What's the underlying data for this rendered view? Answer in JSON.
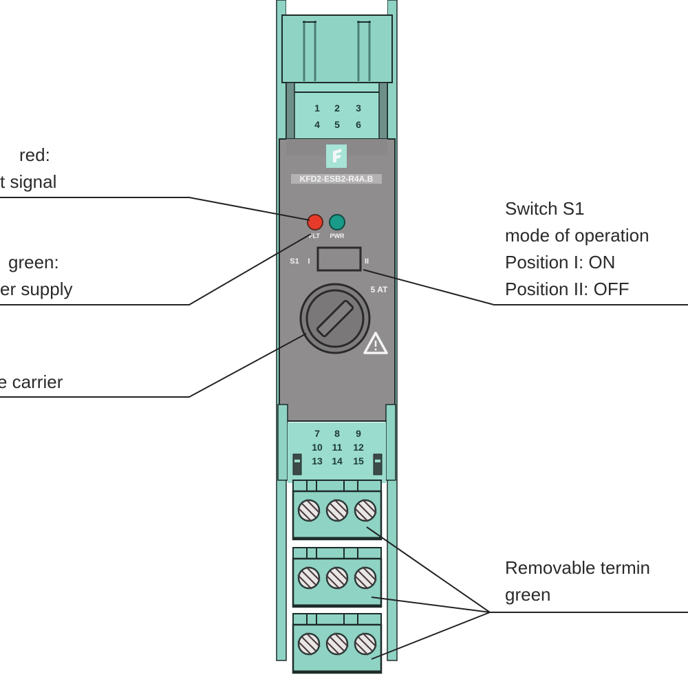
{
  "callouts": {
    "fault_led": {
      "line1": "red:",
      "line2": "t signal"
    },
    "power_led": {
      "line1": "green:",
      "line2": "er supply"
    },
    "fuse": {
      "line1": "e carrier"
    },
    "switch": {
      "line1": "Switch S1",
      "line2": "mode of operation",
      "line3": "Position I: ON",
      "line4": "Position II: OFF"
    },
    "terminals": {
      "line1": "Removable termin",
      "line2": "green"
    }
  },
  "device": {
    "model": "KFD2-ESB2-R4A.B",
    "top_terminals_row1": [
      "1",
      "2",
      "3"
    ],
    "top_terminals_row2": [
      "4",
      "5",
      "6"
    ],
    "bottom_terminals_row1": [
      "7",
      "8",
      "9"
    ],
    "bottom_terminals_row2": [
      "10",
      "11",
      "12"
    ],
    "bottom_terminals_row3": [
      "13",
      "14",
      "15"
    ],
    "led_fault_label": "FLT",
    "led_power_label": "PWR",
    "switch_label": "S1",
    "switch_pos_1": "I",
    "switch_pos_2": "II",
    "fuse_rating": "5 AT",
    "warning_icon": "warning-triangle-icon",
    "logo_icon": "brand-logo-icon"
  },
  "colors": {
    "housing_teal": "#8fd3c4",
    "housing_teal_dark": "#5fa596",
    "front_panel_gray": "#8f8d8e",
    "led_red": "#e83a2a",
    "led_green": "#1a9a88",
    "outline": "#1d2b29"
  }
}
